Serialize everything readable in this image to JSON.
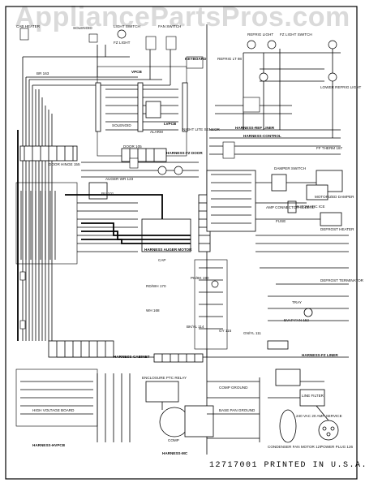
{
  "watermark": "AppliancePartsPros.com",
  "footer_text": "12717001 PRINTED IN U.S.A.",
  "labels": {
    "cab_heater": "CAB HEATER",
    "solenoid_top": "SOLENOID",
    "light_switch_top": "LIGHT SWITCH",
    "fz_light": "FZ LIGHT",
    "fan_switch": "FAN SWITCH",
    "keyboard": "KEYBOARD",
    "vpcb": "VPCB",
    "lvpcb": "LVPCB",
    "solenoid": "SOLENOID",
    "alarm": "ALARM",
    "night_light": "NIGHT LITE SENSOR",
    "door_hinge": "DOOR HINGE 155",
    "door_105": "DOOR 105",
    "harness_fz_door": "HARNESS-FZ DOOR",
    "harness_control": "HARNESS-CONTROL",
    "harness_ref_liner": "HARNESS-REF LINER",
    "refrig_lt_top": "REFRIG LT 98",
    "refrig_light": "REFRIG LIGHT",
    "fz_light_switch": "FZ LIGHT SWITCH",
    "lower_refrig_light": "LOWER REFRIG LIGHT",
    "harness_fz_liner": "HARNESS-FZ LINER",
    "auger_wr": "AUGER WR 123",
    "harness_auger_motor": "HARNESS AUGER MOTOR",
    "cap": "CAP",
    "damper_sw": "DAMPER SWITCH",
    "motorized_damper": "MOTORIZED DAMPER",
    "amp_connector": "AMP CONNECTOR SLEEVE",
    "automatic_ice": "AUTOMATIC ICE",
    "fuse": "FUSE",
    "defrost_heater": "DEFROST HEATER",
    "defrost_terminator": "DEFROST TERMINATOR",
    "tray": "TRAY",
    "evap_fan": "EVAP FAN 152",
    "ff_therm": "FF THERM 187",
    "harness_cabinet": "HARNESS-CABINET",
    "high_voltage_board": "HIGH VOLTAGE BOARD",
    "harness_hvpcb": "HARNESS-HVPCB",
    "enclosure": "ENCLOSURE PTC RELAY",
    "comp": "COMP",
    "comp_ground": "COMP GROUND",
    "base_pan_ground": "BASE PAN GROUND",
    "line_filter": "LINE FILTER",
    "v240": "240 VAC 20 AMP SERVICE",
    "condenser_fan": "CONDENSER FAN MOTOR 127",
    "power_plug": "POWER PLUG 126",
    "harness_mc": "HARNESS-MC",
    "br_163": "BR 163",
    "bu_101": "BU 101",
    "gy_115": "GY 115",
    "pk_bk_190": "PK/BK 190",
    "wh_168": "WH 168",
    "rd_wh_170": "RD/WH 170",
    "gn_yl_111": "GN/YL 111",
    "bk_yl_114": "BK/YL 114"
  }
}
